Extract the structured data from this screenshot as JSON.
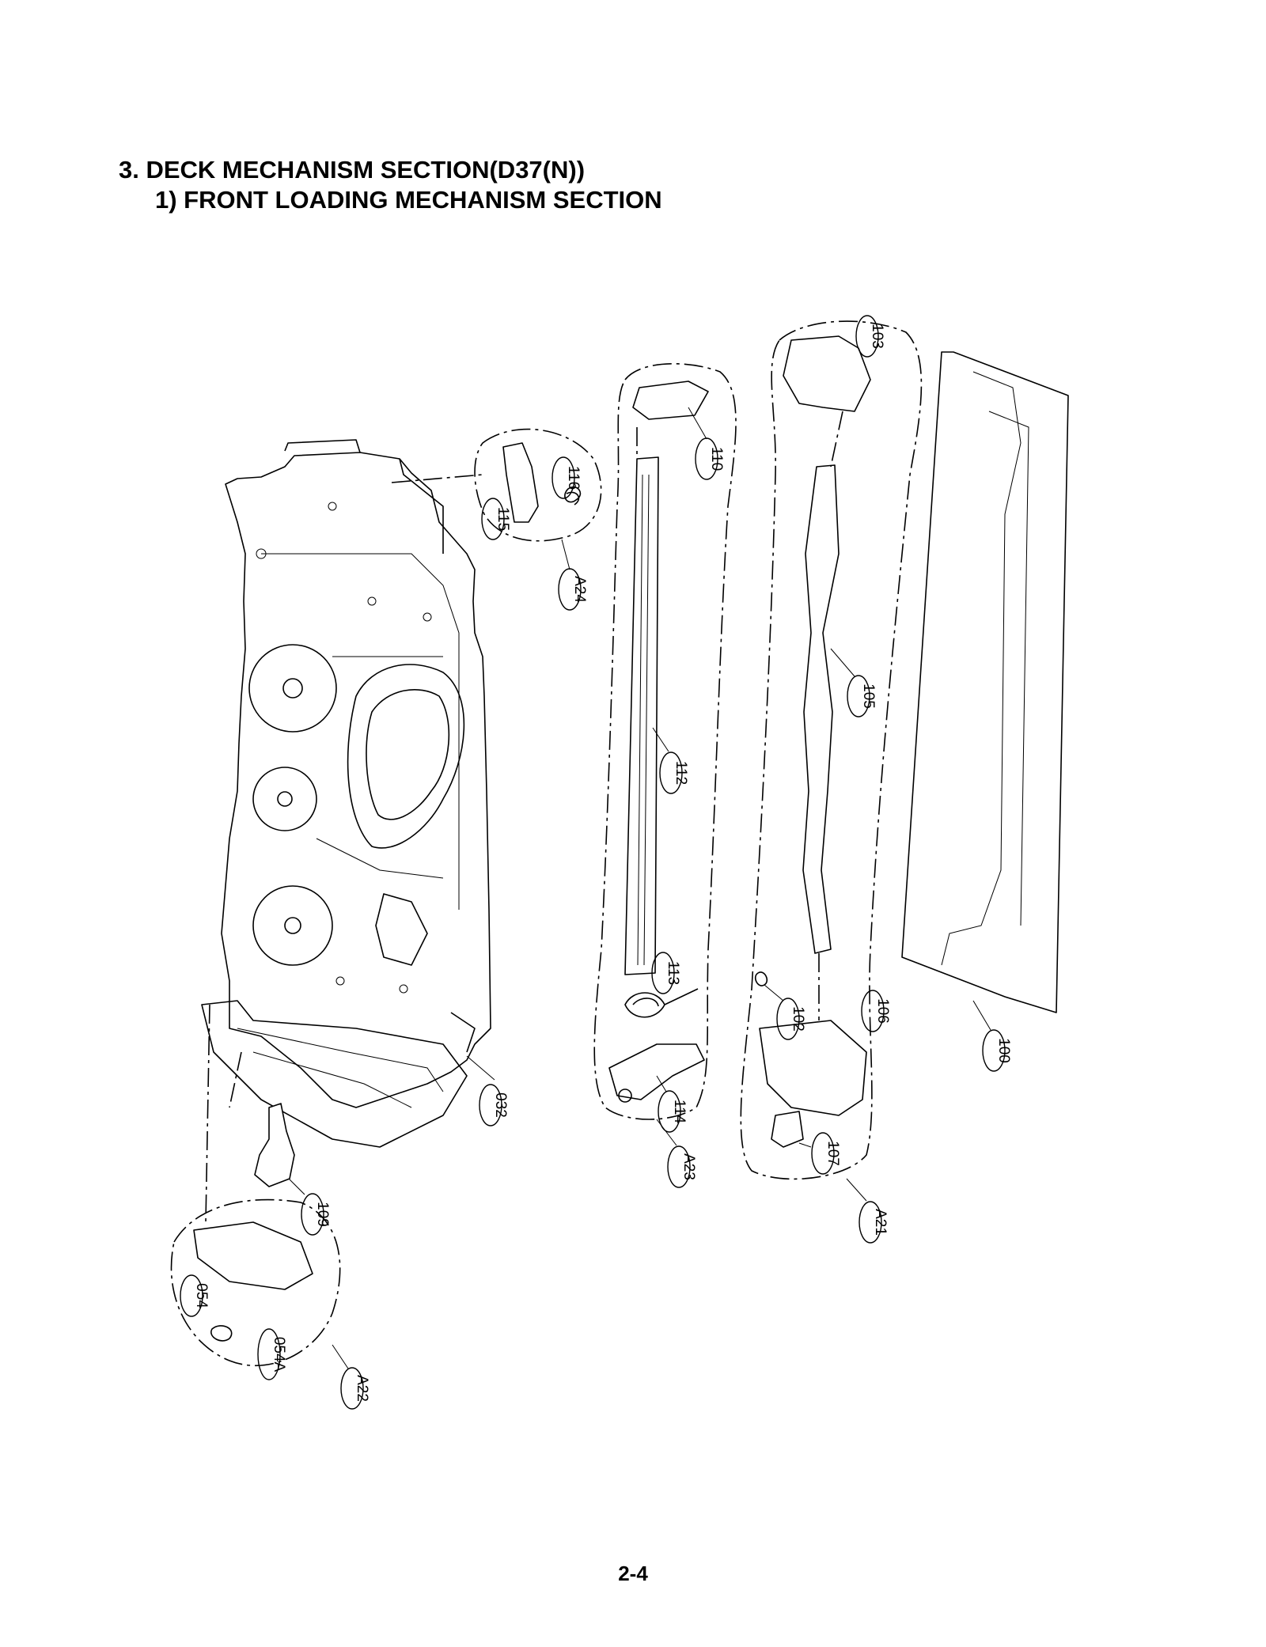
{
  "header": {
    "title": "3. DECK MECHANISM SECTION(D37(N))",
    "subtitle": "1) FRONT LOADING MECHANISM SECTION"
  },
  "diagram": {
    "part_labels": [
      "032",
      "A24",
      "115",
      "116",
      "110",
      "112",
      "113",
      "114",
      "A23",
      "103",
      "105",
      "102",
      "106",
      "107",
      "A21",
      "100",
      "109",
      "054",
      "054A",
      "A22"
    ]
  },
  "footer": {
    "page_number": "2-4"
  }
}
